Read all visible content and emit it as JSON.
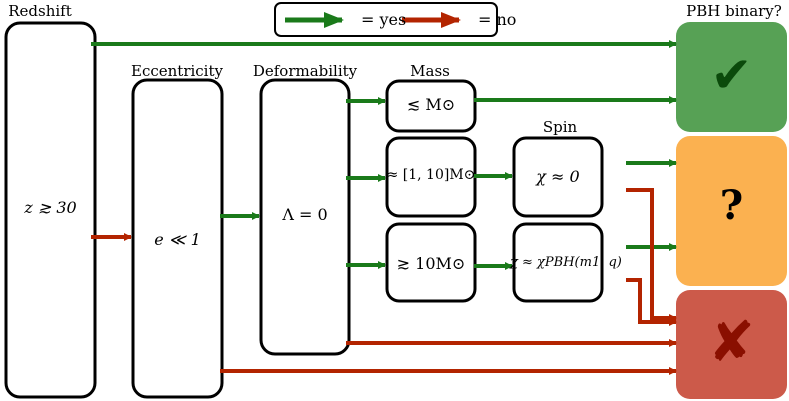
{
  "legend": {
    "yes_label": "= yes",
    "no_label": "= no",
    "yes_color": "#1a7a1a",
    "no_color": "#b32400"
  },
  "headers": {
    "redshift": "Redshift",
    "eccentricity": "Eccentricity",
    "deformability": "Deformability",
    "mass": "Mass",
    "spin": "Spin",
    "pbh_binary": "PBH binary?"
  },
  "boxes": {
    "redshift": "z ≳ 30",
    "eccentricity": "e ≪ 1",
    "deformability": "Λ = 0",
    "mass_low": "≲ M⊙",
    "mass_mid": "≈ [1, 10]M⊙",
    "mass_high": "≳ 10M⊙",
    "spin_zero": "χ ≈ 0",
    "spin_pbh": "χ ≈ χPBH(m1, q)"
  },
  "outcomes": {
    "yes_symbol": "✔",
    "maybe_symbol": "?",
    "no_symbol": "✘",
    "yes_color": "#57a155",
    "maybe_color": "#fbb150",
    "no_color": "#cc5a4a"
  }
}
